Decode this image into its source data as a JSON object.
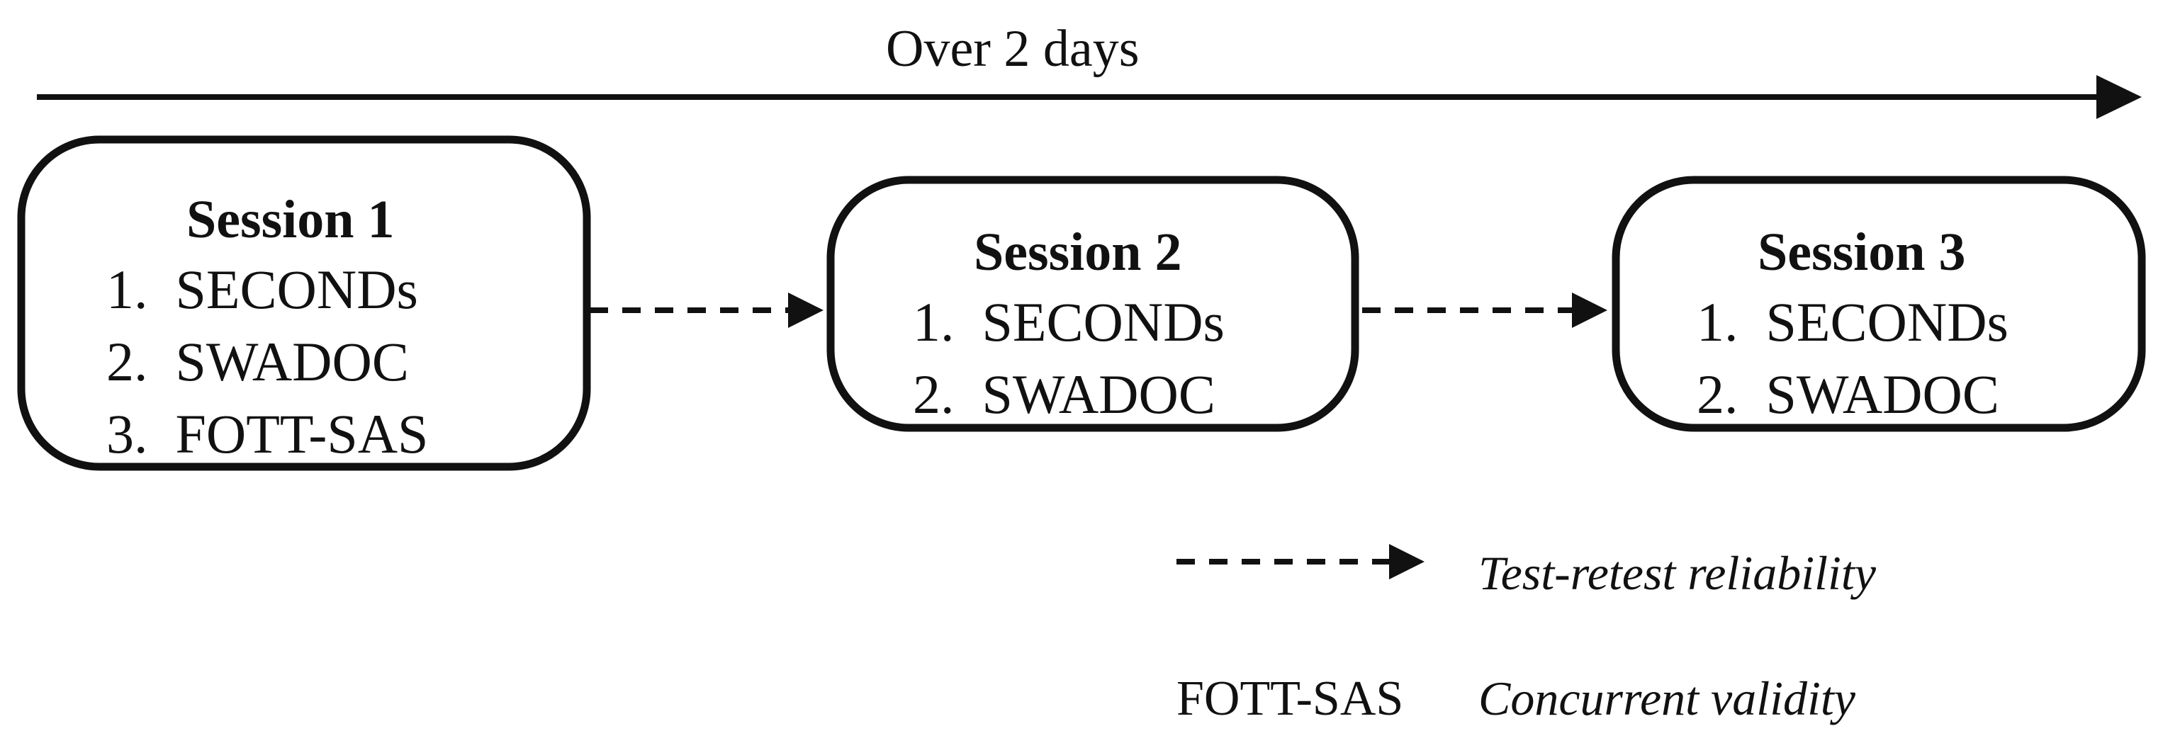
{
  "timeline": {
    "label": "Over 2 days"
  },
  "sessions": [
    {
      "title": "Session 1",
      "items": [
        "1.  SECONDs",
        "2.  SWADOC",
        "3.  FOTT-SAS"
      ]
    },
    {
      "title": "Session 2",
      "items": [
        "1.  SECONDs",
        "2.  SWADOC"
      ]
    },
    {
      "title": "Session 3",
      "items": [
        "1.  SECONDs",
        "2.  SWADOC"
      ]
    }
  ],
  "legend": {
    "dashed_arrow_label": "Test-retest reliability",
    "fott_key": "FOTT-SAS",
    "fott_label": "Concurrent validity"
  },
  "colors": {
    "ink": "#111111",
    "background": "#ffffff"
  }
}
